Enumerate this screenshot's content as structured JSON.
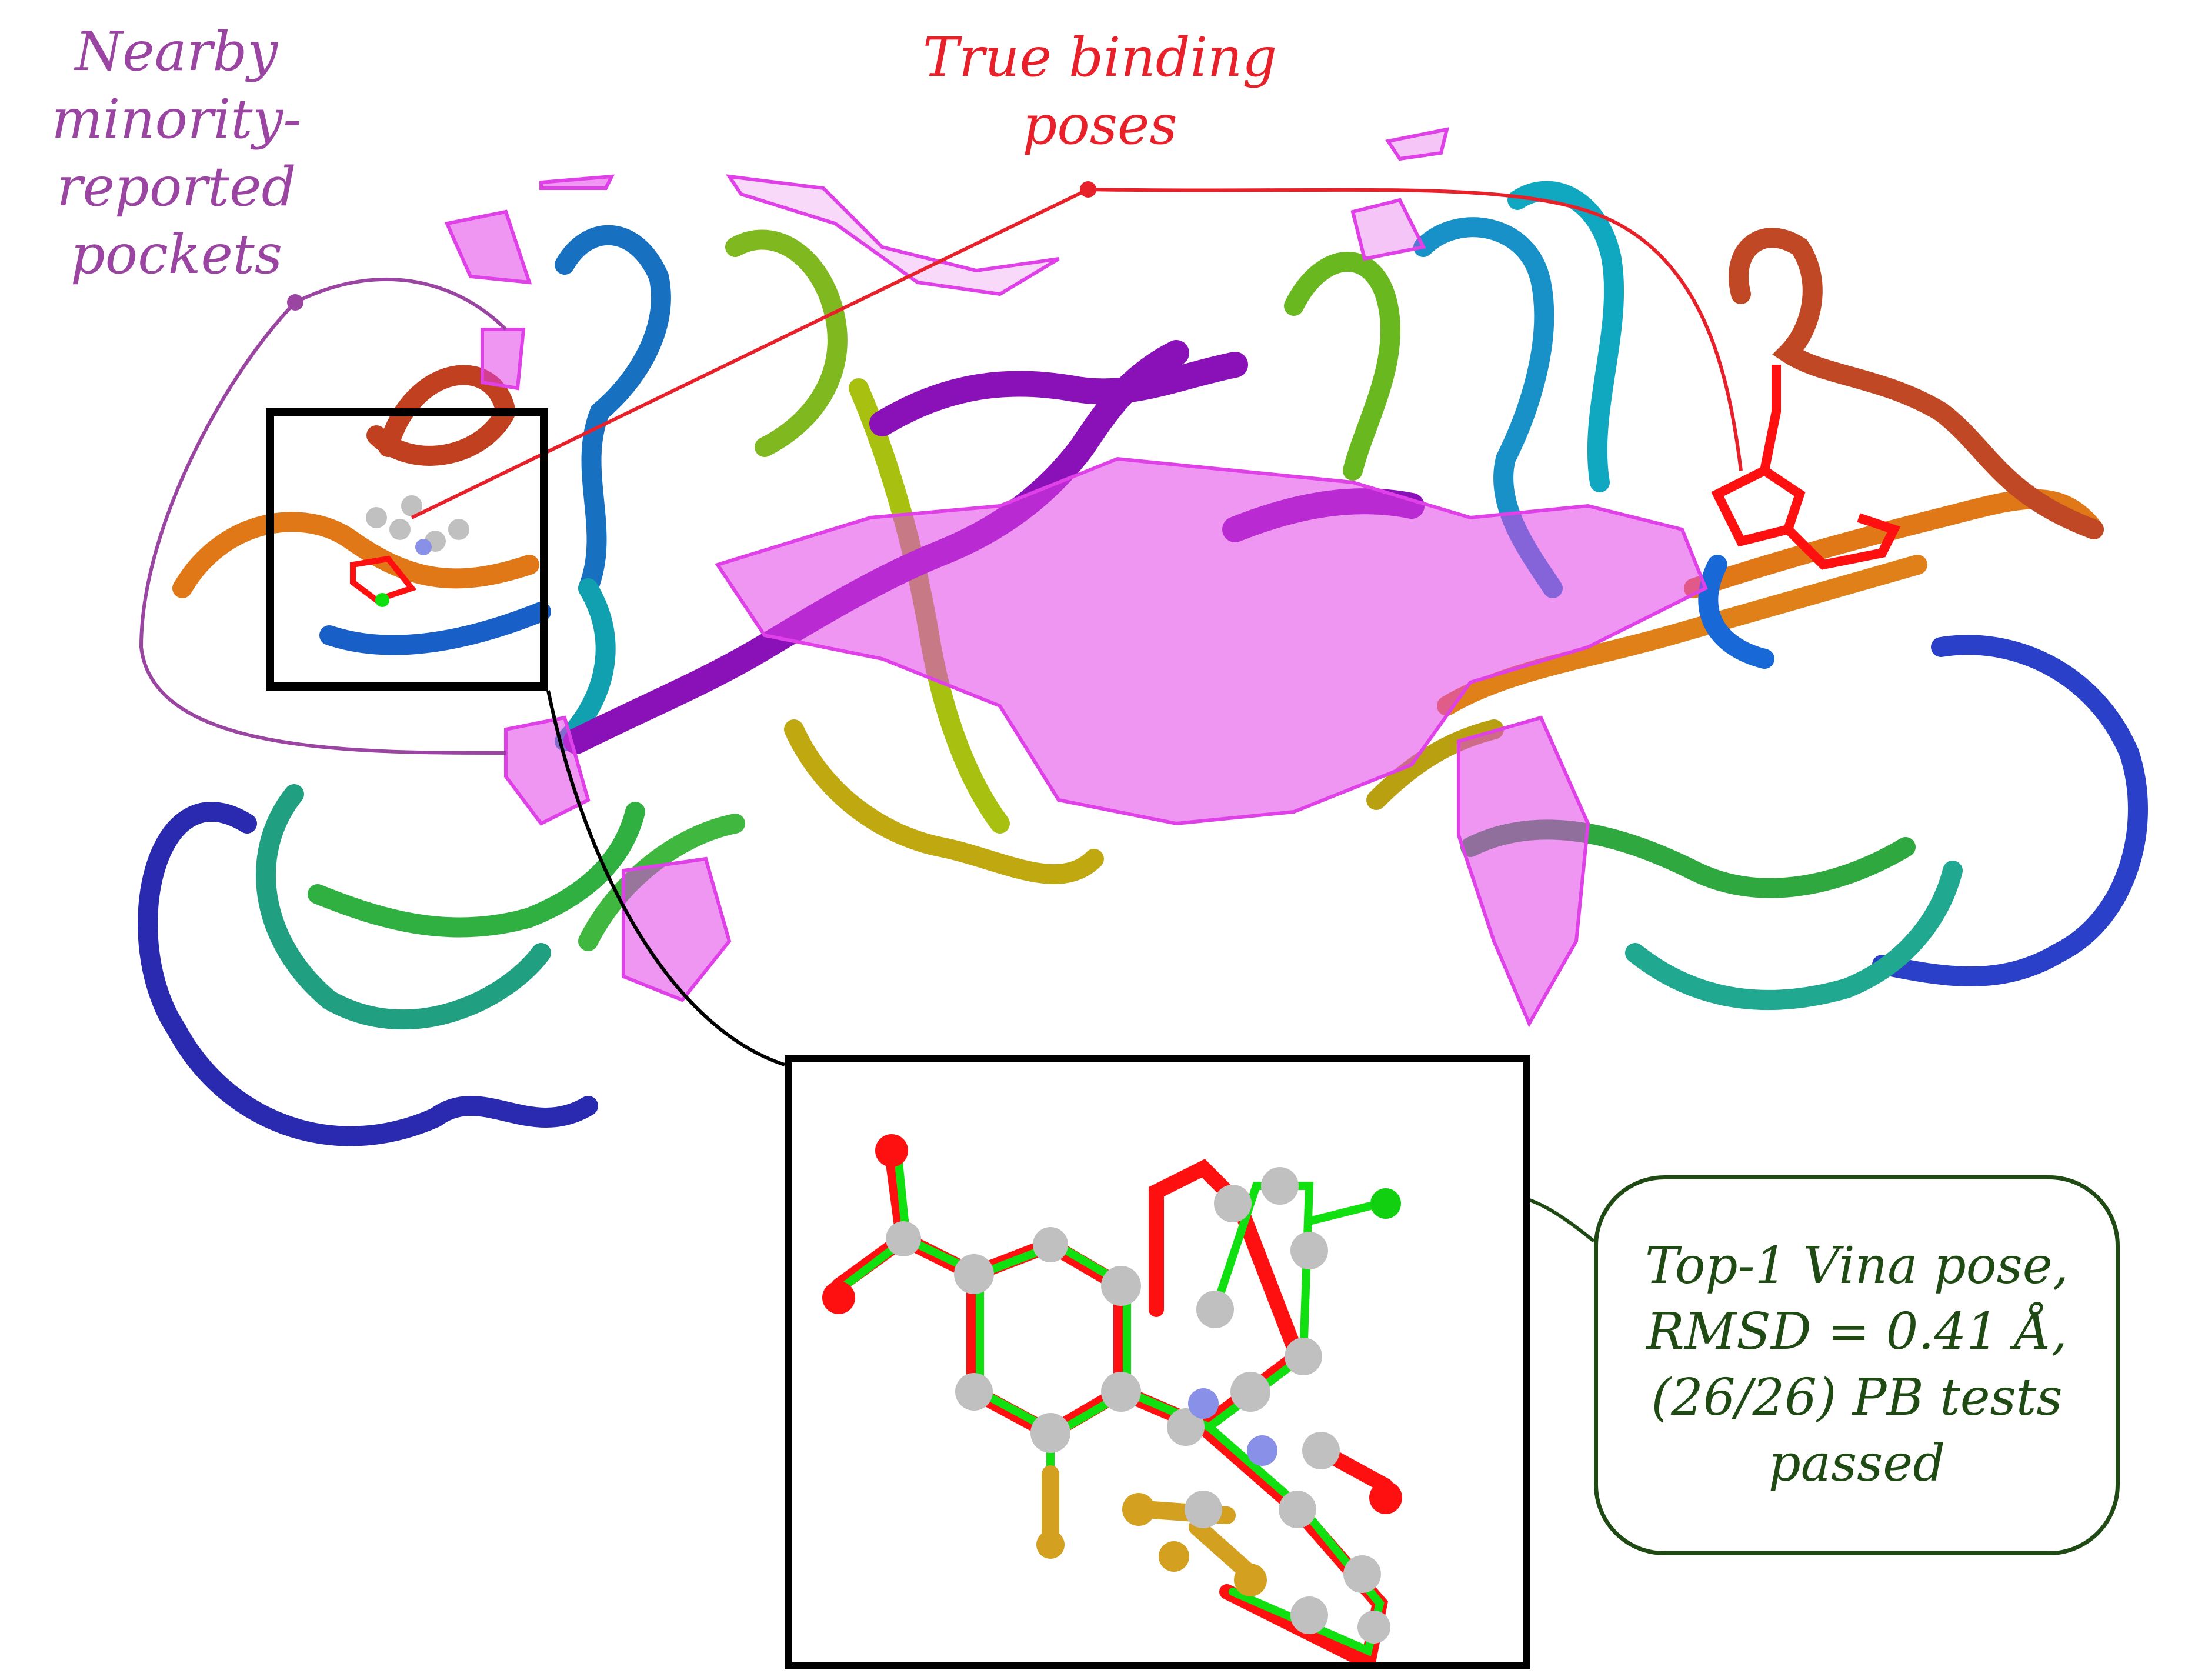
{
  "figure": {
    "labels": {
      "nearby_pockets": [
        "Nearby",
        "minority-",
        "reported",
        "pockets"
      ],
      "true_binding": [
        "True binding",
        "poses"
      ],
      "vina_callout": [
        "Top-1 Vina pose,",
        "RMSD = 0.41 Å,",
        "(26/26) PB tests",
        "passed"
      ]
    },
    "colors": {
      "pocket_label": "#9b45a3",
      "true_pose_label": "#e8202a",
      "callout": "#1f4a14",
      "pocket_mesh": "#e040e8",
      "ligand_true": "#ff1010",
      "ligand_predicted": "#10e010",
      "carbon_atom": "#c0c0c0",
      "nitrogen_atom": "#8890e8",
      "fluorine_atom": "#d4a020"
    },
    "regions": {
      "selection_box": "left binding site zoom region",
      "inset": "superposition of true (red) and predicted (green) ligand poses"
    }
  }
}
